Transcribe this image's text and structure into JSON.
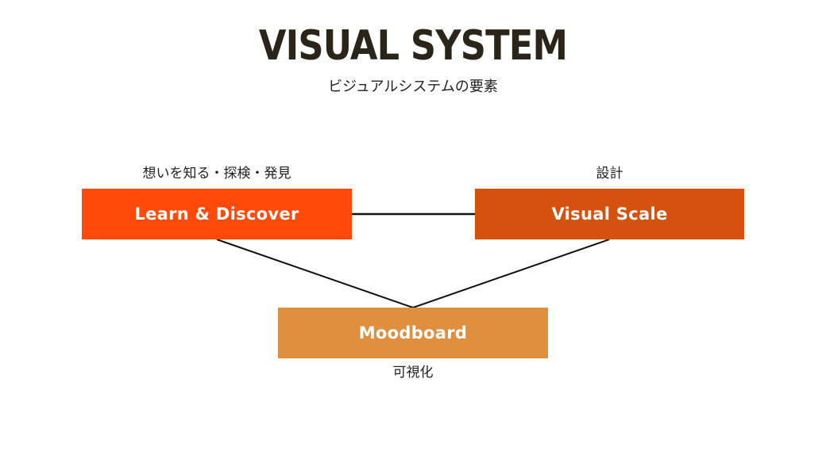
{
  "header": {
    "title": "VISUAL SYSTEM",
    "subtitle": "ビジュアルシステムの要素"
  },
  "nodes": {
    "learn": {
      "label": "Learn & Discover",
      "caption": "想いを知る・探検・発見",
      "color": "#ff4a0a"
    },
    "scale": {
      "label": "Visual Scale",
      "caption": "設計",
      "color": "#d4520e"
    },
    "moodboard": {
      "label": "Moodboard",
      "caption": "可視化",
      "color": "#df8f3e"
    }
  },
  "colors": {
    "title": "#2b2418",
    "connector": "#111111",
    "background": "#ffffff"
  }
}
